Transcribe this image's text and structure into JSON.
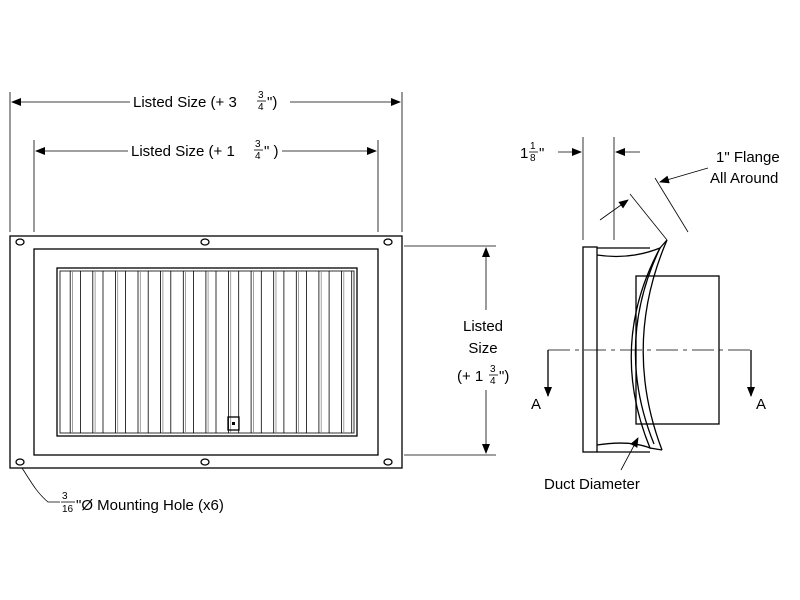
{
  "front_view": {
    "overall_width_label": "Listed Size (+ 3",
    "overall_width_frac_num": "3",
    "overall_width_frac_den": "4",
    "overall_width_close": "\")",
    "inner_width_label": "Listed Size (+ 1",
    "inner_width_frac_num": "3",
    "inner_width_frac_den": "4",
    "inner_width_close": "\" )",
    "height_label_line1": "Listed",
    "height_label_line2": "Size",
    "height_label_line3": "(+ 1",
    "height_frac_num": "3",
    "height_frac_den": "4",
    "height_close": "\")",
    "hole_frac_num": "3",
    "hole_frac_den": "16",
    "hole_label": "\"Ø Mounting Hole (x6)"
  },
  "side_view": {
    "thickness_whole": "1",
    "thickness_frac_num": "1",
    "thickness_frac_den": "8",
    "thickness_unit": "\"",
    "flange_line1": "1\" Flange",
    "flange_line2": "All Around",
    "section_left": "A",
    "section_right": "A",
    "duct_label": "Duct Diameter"
  }
}
